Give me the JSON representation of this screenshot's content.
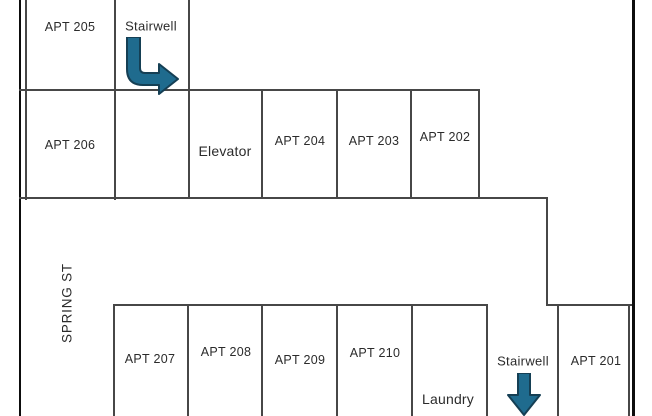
{
  "diagram": {
    "type": "floor-plan",
    "street_label": "SPRING ST",
    "labels": {
      "apt205": "APT 205",
      "stairwell_top": "Stairwell",
      "apt206": "APT 206",
      "elevator": "Elevator",
      "apt204": "APT 204",
      "apt203": "APT 203",
      "apt202": "APT 202",
      "apt207": "APT 207",
      "apt208": "APT 208",
      "apt209": "APT 209",
      "apt210": "APT 210",
      "laundry": "Laundry",
      "stairwell_bottom": "Stairwell",
      "apt201": "APT 201"
    },
    "colors": {
      "arrow_fill": "#1f6b8e",
      "arrow_stroke": "#153f54",
      "wall": "#474747",
      "street": "#0d0d0d",
      "text": "#2b2b2b",
      "background": "#ffffff"
    }
  }
}
